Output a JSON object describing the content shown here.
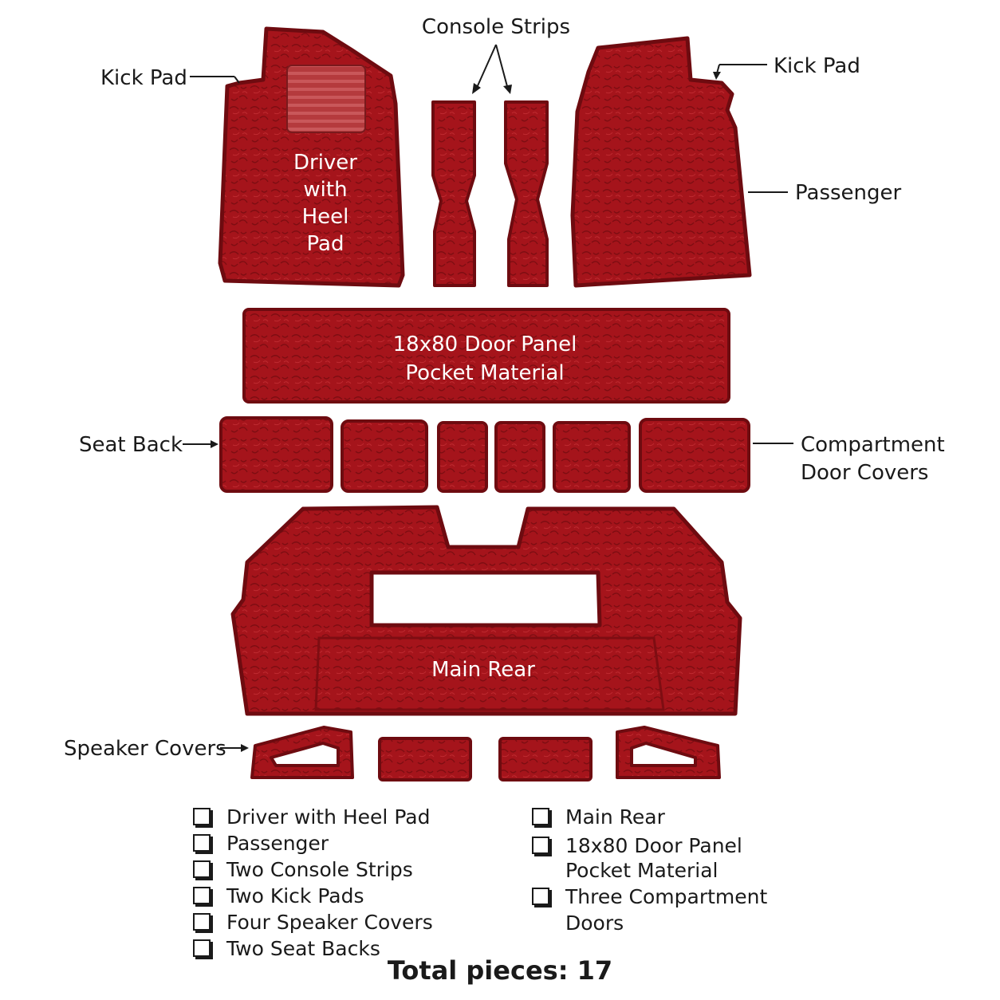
{
  "colors": {
    "mat": "#a5141b",
    "mat_edge": "#6e0b10",
    "mat_shine": "#c2252c",
    "text": "#1a1a1a"
  },
  "callouts": {
    "kick_pad_left": "Kick Pad",
    "kick_pad_right": "Kick Pad",
    "console_strips": "Console Strips",
    "passenger": "Passenger",
    "seat_back": "Seat Back",
    "compartment_line1": "Compartment",
    "compartment_line2": "Door Covers",
    "speaker_covers": "Speaker Covers"
  },
  "pieces": {
    "driver": [
      "Driver",
      "with",
      "Heel",
      "Pad"
    ],
    "door_panel": [
      "18x80 Door Panel",
      "Pocket Material"
    ],
    "main_rear": "Main Rear"
  },
  "checklist_left": [
    "Driver with Heel Pad",
    "Passenger",
    "Two Console Strips",
    "Two Kick Pads",
    "Four Speaker Covers",
    "Two Seat Backs"
  ],
  "checklist_right": [
    [
      "Main Rear"
    ],
    [
      "18x80 Door Panel",
      "Pocket Material"
    ],
    [
      "Three Compartment",
      "Doors"
    ]
  ],
  "total": "Total pieces: 17"
}
